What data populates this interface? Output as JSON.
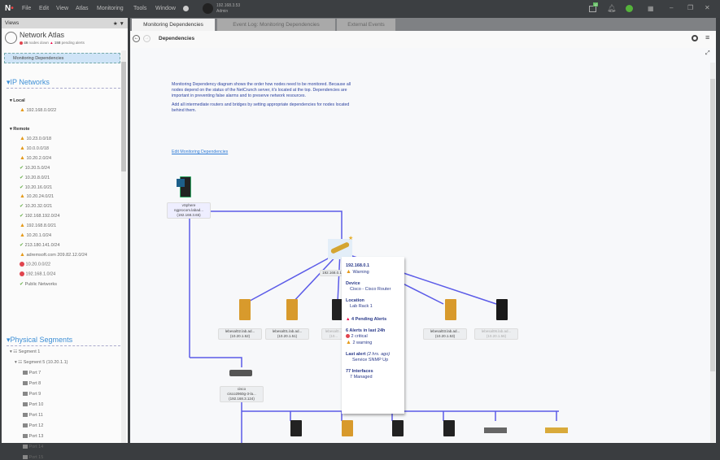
{
  "menu": [
    "File",
    "Edit",
    "View",
    "Atlas",
    "Monitoring",
    "Tools",
    "Window"
  ],
  "server": {
    "ip": "192.168.3.53",
    "user": "Admin"
  },
  "badge_count": "12",
  "left": {
    "title": "Views",
    "atlas": "Network Atlas",
    "nodes_down_count": "46",
    "nodes_down_label": "nodes down",
    "pending_count": "158",
    "pending_label": "pending alerts",
    "selected": "Monitoring Dependencies",
    "ip_section": "IP Networks",
    "local_label": "Local",
    "local": [
      {
        "name": "192.168.0.0/22",
        "status": "warning"
      }
    ],
    "remote_label": "Remote",
    "remote": [
      {
        "name": "10.23.0.0/18",
        "status": "warning"
      },
      {
        "name": "10.0.0.0/18",
        "status": "warning"
      },
      {
        "name": "10.20.2.0/24",
        "status": "warning"
      },
      {
        "name": "10.20.5.0/24",
        "status": "ok"
      },
      {
        "name": "10.20.8.0/21",
        "status": "ok"
      },
      {
        "name": "10.20.16.0/21",
        "status": "ok"
      },
      {
        "name": "10.20.24.0/21",
        "status": "warning"
      },
      {
        "name": "10.20.32.0/21",
        "status": "ok"
      },
      {
        "name": "192.168.192.0/24",
        "status": "ok"
      },
      {
        "name": "192.168.8.0/21",
        "status": "warning"
      },
      {
        "name": "10.20.1.0/24",
        "status": "warning"
      },
      {
        "name": "213.180.141.0/24",
        "status": "ok"
      },
      {
        "name": "adremsoft.com 209.82.12.0/24",
        "status": "warning"
      },
      {
        "name": "10.20.0.0/22",
        "status": "error"
      },
      {
        "name": "192.168.1.0/24",
        "status": "error"
      },
      {
        "name": "Public Networks",
        "status": "ok"
      }
    ],
    "phys_section": "Physical Segments",
    "segment1": "Segment 1",
    "segment5": "Segment 5 (10.20.1.1)",
    "ports": [
      "Port 7",
      "Port 8",
      "Port 9",
      "Port 10",
      "Port 11",
      "Port 12",
      "Port 13",
      "Port 14",
      "Port 15"
    ]
  },
  "tabs": [
    "Monitoring Dependencies",
    "Event Log: Monitoring Dependencies",
    "External Events"
  ],
  "page_title": "Dependencies",
  "description1": "Monitoring Dependency diagram shows the order how nodes need to be monitored. Because all nodes depend on the status of the NetCrunch server, it's located at the top. Dependencies are important in preventing false alarms and to preserve network resources.",
  "description2": "Add all intermediate routers and bridges by setting appropriate dependencies for nodes located behind them.",
  "edit_link": "Edit Monitoring Dependencies",
  "nodes": {
    "root": {
      "l1": "vSphere",
      "l2": "ngprocom.labad...",
      "l3": "(192.168.3.65)"
    },
    "router": {
      "l1": "192.168.0.1"
    },
    "n1": {
      "l1": "lebesal02.lab.ad...",
      "l2": "(10.20.1.52)"
    },
    "n2": {
      "l1": "lebesal01.lab.ad...",
      "l2": "(10.20.1.51)"
    },
    "n3": {
      "l1": "lebesal0...",
      "l2": "(10..."
    },
    "n4": {
      "l1": "lebesal03.lab.ad...",
      "l2": "(10.20.1.53)"
    },
    "n5": {
      "l1": "lebesal06.lab.ad...",
      "l2": "(10.20.1.56)"
    },
    "sw": {
      "l1": "cisco",
      "l2": "cisco2960g-3-la...",
      "l3": "(192.168.3.124)"
    }
  },
  "tooltip": {
    "ip": "192.168.0.1",
    "status": "Warning",
    "device_h": "Device",
    "device": "Cisco - Cisco Router",
    "location_h": "Location",
    "location": "Lab Rack 1",
    "pending": "4 Pending Alerts",
    "alerts24": "6 Alerts in last 24h",
    "critical": "2 critical",
    "warning": "2 warning",
    "last_h": "Last alert",
    "last_ago": "(2 hrs. ago)",
    "last": "Service SNMP Up",
    "ifaces": "77 Interfaces",
    "managed": "7 Managed"
  }
}
